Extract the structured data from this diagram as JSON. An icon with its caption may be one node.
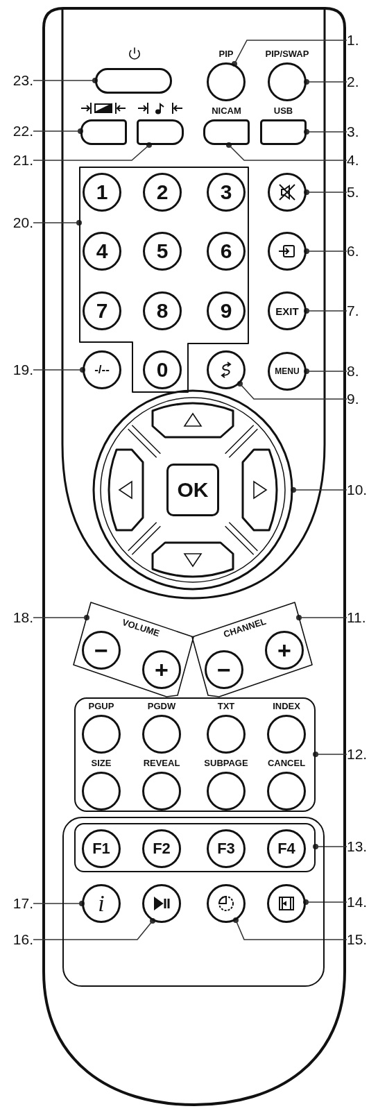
{
  "diagram": {
    "nodes": [
      {
        "text": [],
        "shape": "box"
      },
      {
        "text": [
          "PIP"
        ]
      },
      {
        "text": [
          "PIP/SWAP"
        ]
      },
      {
        "text": [],
        "shape": "box"
      },
      {
        "text": [],
        "shape": "box"
      },
      {
        "text": [
          "NICAM"
        ]
      },
      {
        "text": [
          "USB"
        ]
      },
      {
        "text": [],
        "shape": "box"
      },
      {
        "text": [
          "1"
        ],
        "in": 7
      },
      {
        "text": [
          "2"
        ],
        "in": 7
      },
      {
        "text": [
          "3"
        ],
        "in": 7
      },
      {
        "text": [],
        "shape": "circle"
      },
      {
        "text": [
          "4"
        ],
        "in": 7
      },
      {
        "text": [
          "5"
        ],
        "in": 7
      },
      {
        "text": [
          "6"
        ],
        "in": 7
      },
      {
        "text": [],
        "shape": "circle"
      },
      {
        "text": [
          "7"
        ],
        "in": 7
      },
      {
        "text": [
          "8"
        ],
        "in": 7
      },
      {
        "text": [
          "9"
        ],
        "in": 7
      },
      {
        "text": [
          "EXIT"
        ]
      },
      {
        "text": [
          "-/--"
        ]
      },
      {
        "text": [
          "0"
        ],
        "in": 7
      },
      {
        "text": [],
        "shape": "circle"
      },
      {
        "text": [
          "MENU"
        ]
      },
      {
        "text": [],
        "shape": "circle"
      },
      {
        "text": [],
        "shape": "box",
        "in": 24
      },
      {
        "text": [],
        "shape": "box",
        "in": 24
      },
      {
        "text": [
          "OK"
        ],
        "in": 24
      },
      {
        "text": [],
        "shape": "box",
        "in": 24
      },
      {
        "text": [],
        "shape": "box",
        "in": 24
      },
      {
        "text": [
          "VOLUME"
        ]
      },
      {
        "text": [
          "−"
        ],
        "in": 30
      },
      {
        "text": [
          "+"
        ],
        "in": 30
      },
      {
        "text": [
          "CHANNEL"
        ]
      },
      {
        "text": [
          "−"
        ],
        "in": 33
      },
      {
        "text": [
          "+"
        ],
        "in": 33
      },
      {
        "text": [],
        "shape": "box"
      },
      {
        "text": [
          "PGUP"
        ],
        "in": 36
      },
      {
        "text": [
          "PGDW"
        ],
        "in": 36
      },
      {
        "text": [
          "TXT"
        ],
        "in": 36
      },
      {
        "text": [
          "INDEX"
        ],
        "in": 36
      },
      {
        "text": [
          "SIZE"
        ],
        "in": 36
      },
      {
        "text": [
          "REVEAL"
        ],
        "in": 36
      },
      {
        "text": [
          "SUBPAGE"
        ],
        "in": 36
      },
      {
        "text": [
          "CANCEL"
        ],
        "in": 36
      },
      {
        "text": [],
        "shape": "box"
      },
      {
        "text": [],
        "shape": "box",
        "in": 45
      },
      {
        "text": [
          "F1"
        ],
        "in": 46
      },
      {
        "text": [
          "F2"
        ],
        "in": 46
      },
      {
        "text": [
          "F3"
        ],
        "in": 46
      },
      {
        "text": [
          "F4"
        ],
        "in": 46
      },
      {
        "text": [
          "i"
        ],
        "in": 45
      },
      {
        "text": [],
        "shape": "circle",
        "in": 45
      },
      {
        "text": [],
        "shape": "circle",
        "in": 45
      },
      {
        "text": [],
        "shape": "circle",
        "in": 45
      },
      {
        "text": [
          "1."
        ]
      },
      {
        "text": [
          "2."
        ]
      },
      {
        "text": [
          "3."
        ]
      },
      {
        "text": [
          "4."
        ]
      },
      {
        "text": [
          "5."
        ]
      },
      {
        "text": [
          "6."
        ]
      },
      {
        "text": [
          "7."
        ]
      },
      {
        "text": [
          "8."
        ]
      },
      {
        "text": [
          "9."
        ]
      },
      {
        "text": [
          "10."
        ]
      },
      {
        "text": [
          "11."
        ]
      },
      {
        "text": [
          "12."
        ]
      },
      {
        "text": [
          "13."
        ]
      },
      {
        "text": [
          "14."
        ]
      },
      {
        "text": [
          "15."
        ]
      },
      {
        "text": [
          "16."
        ]
      },
      {
        "text": [
          "17."
        ]
      },
      {
        "text": [
          "18."
        ]
      },
      {
        "text": [
          "19."
        ]
      },
      {
        "text": [
          "20."
        ]
      },
      {
        "text": [
          "21."
        ]
      },
      {
        "text": [
          "22."
        ]
      },
      {
        "text": [
          "23."
        ]
      }
    ],
    "edges": [
      {
        "from": 55,
        "to": 1,
        "arrow": "other"
      },
      {
        "from": 56,
        "to": 2,
        "arrow": "other"
      },
      {
        "from": 57,
        "to": 6,
        "arrow": "other"
      },
      {
        "from": 58,
        "to": 5,
        "arrow": "other"
      },
      {
        "from": 59,
        "to": 11,
        "arrow": "other"
      },
      {
        "from": 60,
        "to": 15,
        "arrow": "other"
      },
      {
        "from": 61,
        "to": 19,
        "arrow": "other"
      },
      {
        "from": 62,
        "to": 23,
        "arrow": "other"
      },
      {
        "from": 63,
        "to": 22,
        "arrow": "other"
      },
      {
        "from": 64,
        "to": 24,
        "arrow": "other"
      },
      {
        "from": 65,
        "to": 33,
        "arrow": "other"
      },
      {
        "from": 66,
        "to": 36,
        "arrow": "other"
      },
      {
        "from": 67,
        "to": 46,
        "arrow": "other"
      },
      {
        "from": 68,
        "to": 54,
        "arrow": "other"
      },
      {
        "from": 69,
        "to": 53,
        "arrow": "other"
      },
      {
        "from": 70,
        "to": 52,
        "arrow": "other"
      },
      {
        "from": 71,
        "to": 51,
        "arrow": "other"
      },
      {
        "from": 72,
        "to": 30,
        "arrow": "other"
      },
      {
        "from": 73,
        "to": 20,
        "arrow": "other"
      },
      {
        "from": 74,
        "to": 7,
        "arrow": "other"
      },
      {
        "from": 75,
        "to": 4,
        "arrow": "other"
      },
      {
        "from": 76,
        "to": 3,
        "arrow": "other"
      },
      {
        "from": 77,
        "to": 0,
        "arrow": "other"
      }
    ]
  }
}
